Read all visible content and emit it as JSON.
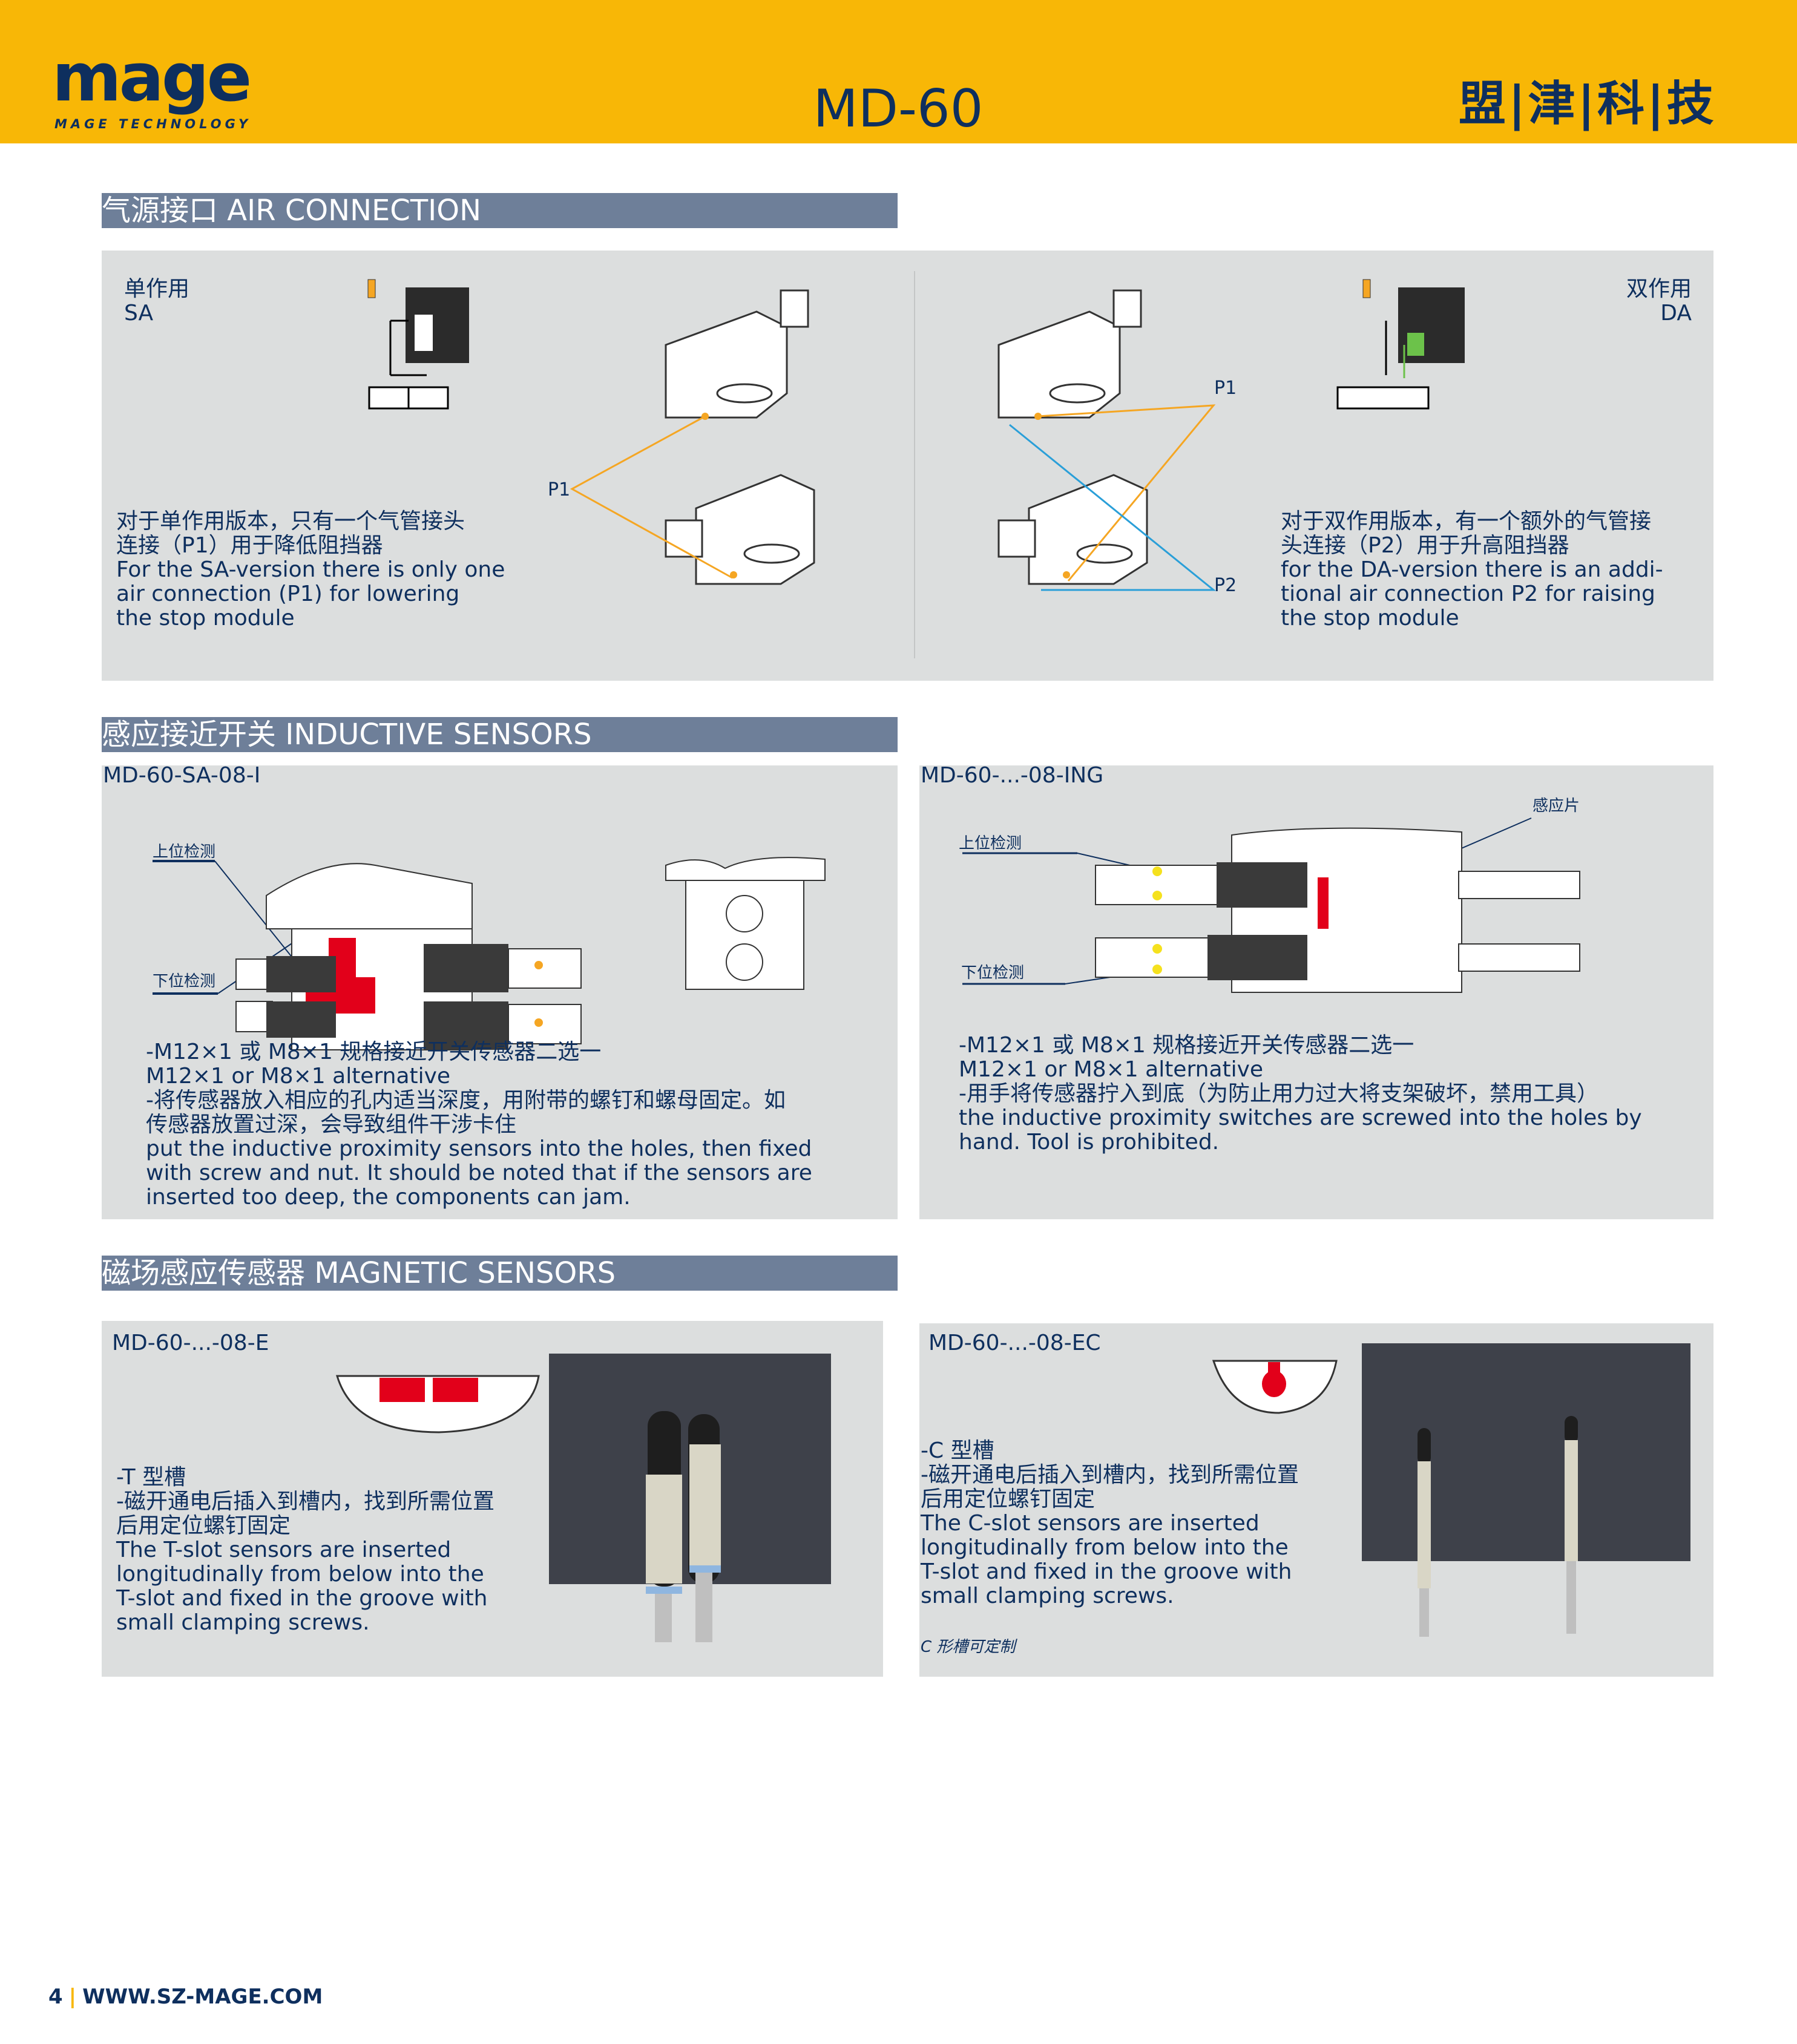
{
  "header": {
    "logo_text": "mage",
    "logo_subtitle": "MAGE TECHNOLOGY",
    "title": "MD-60",
    "brand": "盟|津|科|技"
  },
  "colors": {
    "header_yellow": "#F8B706",
    "navy": "#0E2F5E",
    "section_bar": "#6E7F99",
    "panel_gray": "#DCDEDE",
    "highlight_red": "#E2001A",
    "orange": "#F5A623",
    "cyan_line": "#2A9FD8"
  },
  "air_connection": {
    "heading": "气源接口 AIR CONNECTION",
    "sa": {
      "label_cn": "单作用",
      "label_en": "SA",
      "port": "P1",
      "lines": [
        "对于单作用版本，只有一个气管接头",
        "连接（P1）用于降低阻挡器",
        "For the SA-version there is only one",
        "air connection (P1) for lowering",
        "the stop module"
      ]
    },
    "da": {
      "label_cn": "双作用",
      "label_en": "DA",
      "port1": "P1",
      "port2": "P2",
      "lines": [
        "对于双作用版本，有一个额外的气管接",
        "头连接（P2）用于升高阻挡器",
        "for the DA-version there is an addi-",
        "tional air connection P2 for raising",
        "the stop module"
      ]
    }
  },
  "inductive": {
    "heading": "感应接近开关 INDUCTIVE SENSORS",
    "left": {
      "model": "MD-60-SA-08-I",
      "upper": "上位检测",
      "lower": "下位检测",
      "lines": [
        "-M12×1 或 M8×1 规格接近开关传感器二选一",
        " M12×1 or M8×1 alternative",
        "-将传感器放入相应的孔内适当深度，用附带的螺钉和螺母固定。如",
        "传感器放置过深，会导致组件干涉卡住",
        " put the inductive proximity sensors into the holes, then fixed",
        " with screw and nut. It should be noted that if the sensors are",
        " inserted too deep, the components can jam."
      ]
    },
    "right": {
      "model": "MD-60-...-08-ING",
      "plate": "感应片",
      "upper": "上位检测",
      "lower": "下位检测",
      "lines": [
        "-M12×1 或 M8×1 规格接近开关传感器二选一",
        " M12×1 or M8×1 alternative",
        "-用手将传感器拧入到底（为防止用力过大将支架破坏，禁用工具）",
        " the inductive proximity switches are screwed into the holes by",
        " hand. Tool is prohibited."
      ]
    }
  },
  "magnetic": {
    "heading": "磁场感应传感器  MAGNETIC SENSORS",
    "left": {
      "model": "MD-60-...-08-E",
      "lines": [
        "-T 型槽",
        "-磁开通电后插入到槽内，找到所需位置",
        "后用定位螺钉固定",
        " The T-slot sensors are inserted",
        " longitudinally from below into the",
        " T-slot and fixed in the groove with",
        " small clamping screws."
      ]
    },
    "right": {
      "model": "MD-60-...-08-EC",
      "note": "C 形槽可定制",
      "lines": [
        "-C 型槽",
        "-磁开通电后插入到槽内，找到所需位置",
        "后用定位螺钉固定",
        " The C-slot sensors are inserted",
        " longitudinally from below into the",
        " T-slot and fixed in the groove with",
        " small clamping screws."
      ]
    }
  },
  "footer": {
    "page": "4",
    "url": "WWW.SZ-MAGE.COM"
  }
}
